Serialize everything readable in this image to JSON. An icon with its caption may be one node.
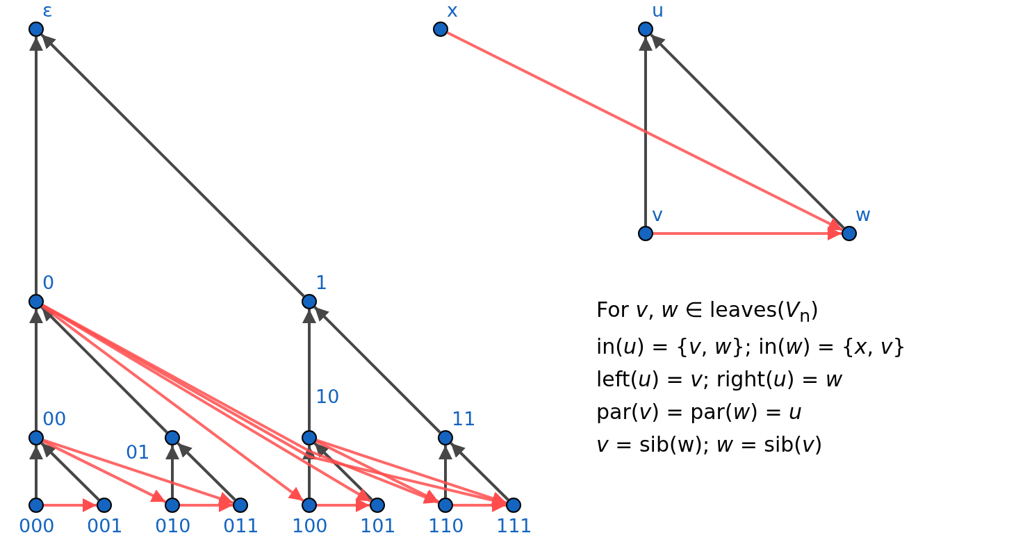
{
  "diagram": {
    "nodes": [
      {
        "text": [
          "ε"
        ]
      },
      {
        "text": [
          "0"
        ]
      },
      {
        "text": [
          "1"
        ]
      },
      {
        "text": [
          "00"
        ]
      },
      {
        "text": [
          "01"
        ]
      },
      {
        "text": [
          "10"
        ]
      },
      {
        "text": [
          "11"
        ]
      },
      {
        "text": [
          "000"
        ]
      },
      {
        "text": [
          "001"
        ]
      },
      {
        "text": [
          "010"
        ]
      },
      {
        "text": [
          "011"
        ]
      },
      {
        "text": [
          "100"
        ]
      },
      {
        "text": [
          "101"
        ]
      },
      {
        "text": [
          "110"
        ]
      },
      {
        "text": [
          "111"
        ]
      },
      {
        "text": [
          "x"
        ]
      },
      {
        "text": [
          "u"
        ]
      },
      {
        "text": [
          "v"
        ]
      },
      {
        "text": [
          "w"
        ]
      }
    ],
    "edges": [
      {
        "from": 1,
        "to": 0,
        "arrow": "to"
      },
      {
        "from": 2,
        "to": 0,
        "arrow": "to"
      },
      {
        "from": 3,
        "to": 1,
        "arrow": "to"
      },
      {
        "from": 4,
        "to": 1,
        "arrow": "to"
      },
      {
        "from": 5,
        "to": 2,
        "arrow": "to"
      },
      {
        "from": 6,
        "to": 2,
        "arrow": "to"
      },
      {
        "from": 7,
        "to": 3,
        "arrow": "to"
      },
      {
        "from": 8,
        "to": 3,
        "arrow": "to"
      },
      {
        "from": 9,
        "to": 4,
        "arrow": "to"
      },
      {
        "from": 10,
        "to": 4,
        "arrow": "to"
      },
      {
        "from": 11,
        "to": 5,
        "arrow": "to"
      },
      {
        "from": 12,
        "to": 5,
        "arrow": "to"
      },
      {
        "from": 13,
        "to": 6,
        "arrow": "to"
      },
      {
        "from": 14,
        "to": 6,
        "arrow": "to"
      },
      {
        "from": 7,
        "to": 8,
        "arrow": "to",
        "color": "#ff4d4d"
      },
      {
        "from": 9,
        "to": 10,
        "arrow": "to",
        "color": "#ff4d4d"
      },
      {
        "from": 11,
        "to": 12,
        "arrow": "to",
        "color": "#ff4d4d"
      },
      {
        "from": 13,
        "to": 14,
        "arrow": "to",
        "color": "#ff4d4d"
      },
      {
        "from": 3,
        "to": 9,
        "arrow": "to",
        "color": "#ff4d4d"
      },
      {
        "from": 3,
        "to": 10,
        "arrow": "to",
        "color": "#ff4d4d"
      },
      {
        "from": 1,
        "to": 11,
        "arrow": "to",
        "color": "#ff4d4d"
      },
      {
        "from": 1,
        "to": 12,
        "arrow": "to",
        "color": "#ff4d4d"
      },
      {
        "from": 1,
        "to": 13,
        "arrow": "to",
        "color": "#ff4d4d"
      },
      {
        "from": 1,
        "to": 14,
        "arrow": "to",
        "color": "#ff4d4d"
      },
      {
        "from": 5,
        "to": 13,
        "arrow": "to",
        "color": "#ff4d4d"
      },
      {
        "from": 5,
        "to": 14,
        "arrow": "to",
        "color": "#ff4d4d"
      },
      {
        "from": 17,
        "to": 16,
        "arrow": "to"
      },
      {
        "from": 18,
        "to": 16,
        "arrow": "to"
      },
      {
        "from": 17,
        "to": 18,
        "arrow": "to",
        "color": "#ff4d4d"
      },
      {
        "from": 15,
        "to": 18,
        "arrow": "to",
        "color": "#ff4d4d"
      }
    ],
    "labels": [
      "For *v*, *w* ∈ leaves(*V*$_{n}$)",
      "in(*u*) = {*v*, *w*}; in(*w*) = {*x*, *v*}",
      "left(*u*) = *v*; right(*u*) = *w*",
      "par(*v*) = par(*w*) = *u*",
      "*v* = sib(w); *w* = sib(*v*)"
    ]
  }
}
